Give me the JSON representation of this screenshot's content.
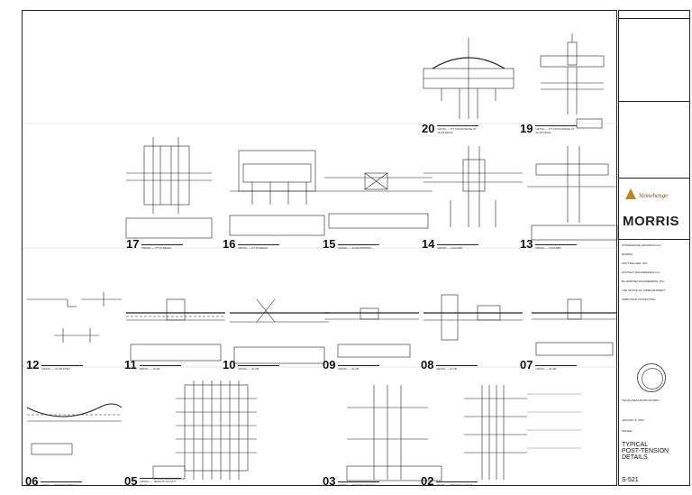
{
  "drawing": {
    "details": [
      {
        "number": "20",
        "title": "DETAIL — PT ANCHORAGE AT SLAB EDGE"
      },
      {
        "number": "19",
        "title": "DETAIL — PT ANCHORAGE AT SLAB EDGE"
      },
      {
        "number": "17",
        "title": "DETAIL — PT AT BEAM"
      },
      {
        "number": "16",
        "title": "DETAIL — PT AT BEAM"
      },
      {
        "number": "15",
        "title": "DETAIL — SLAB OPENING"
      },
      {
        "number": "14",
        "title": "DETAIL — COLUMN"
      },
      {
        "number": "13",
        "title": "DETAIL — COLUMN"
      },
      {
        "number": "12",
        "title": "DETAIL — SLAB STEP"
      },
      {
        "number": "11",
        "title": "DETAIL — SLAB"
      },
      {
        "number": "10",
        "title": "DETAIL — SLAB"
      },
      {
        "number": "09",
        "title": "DETAIL — SLAB"
      },
      {
        "number": "08",
        "title": "DETAIL — SLAB"
      },
      {
        "number": "07",
        "title": "DETAIL — SLAB"
      },
      {
        "number": "06",
        "title": "DETAIL — TENDON PROFILE"
      },
      {
        "number": "05",
        "title": "DETAIL — TENDON LAYOUT PLAN"
      },
      {
        "number": "03",
        "title": "DETAIL — TENDON LAYOUT"
      },
      {
        "number": "02",
        "title": "DETAIL — TENDON LAYOUT"
      }
    ]
  },
  "title_block": {
    "architect_logo": "MORRIS",
    "client_logo": "Stonehenge",
    "team": [
      "STONEHENGE HOLDINGS LLC",
      "MORRIS",
      "WATT BILLARD, INC.",
      "HOUSLEY ENGINEERING LLC",
      "BLUEWATER ENGINEERING, INC.",
      "THE OFFICE OF JAMES BURNETT",
      "FERGUSON CONSULTING"
    ],
    "project": "TEXAS AVENUE MULTIFAMILY",
    "date": "JANUARY 8, 2019",
    "issue": "ISSUED",
    "sheet_title_line1": "TYPICAL",
    "sheet_title_line2": "POST-TENSION",
    "sheet_title_line3": "DETAILS",
    "sheet_number": "S-521"
  }
}
